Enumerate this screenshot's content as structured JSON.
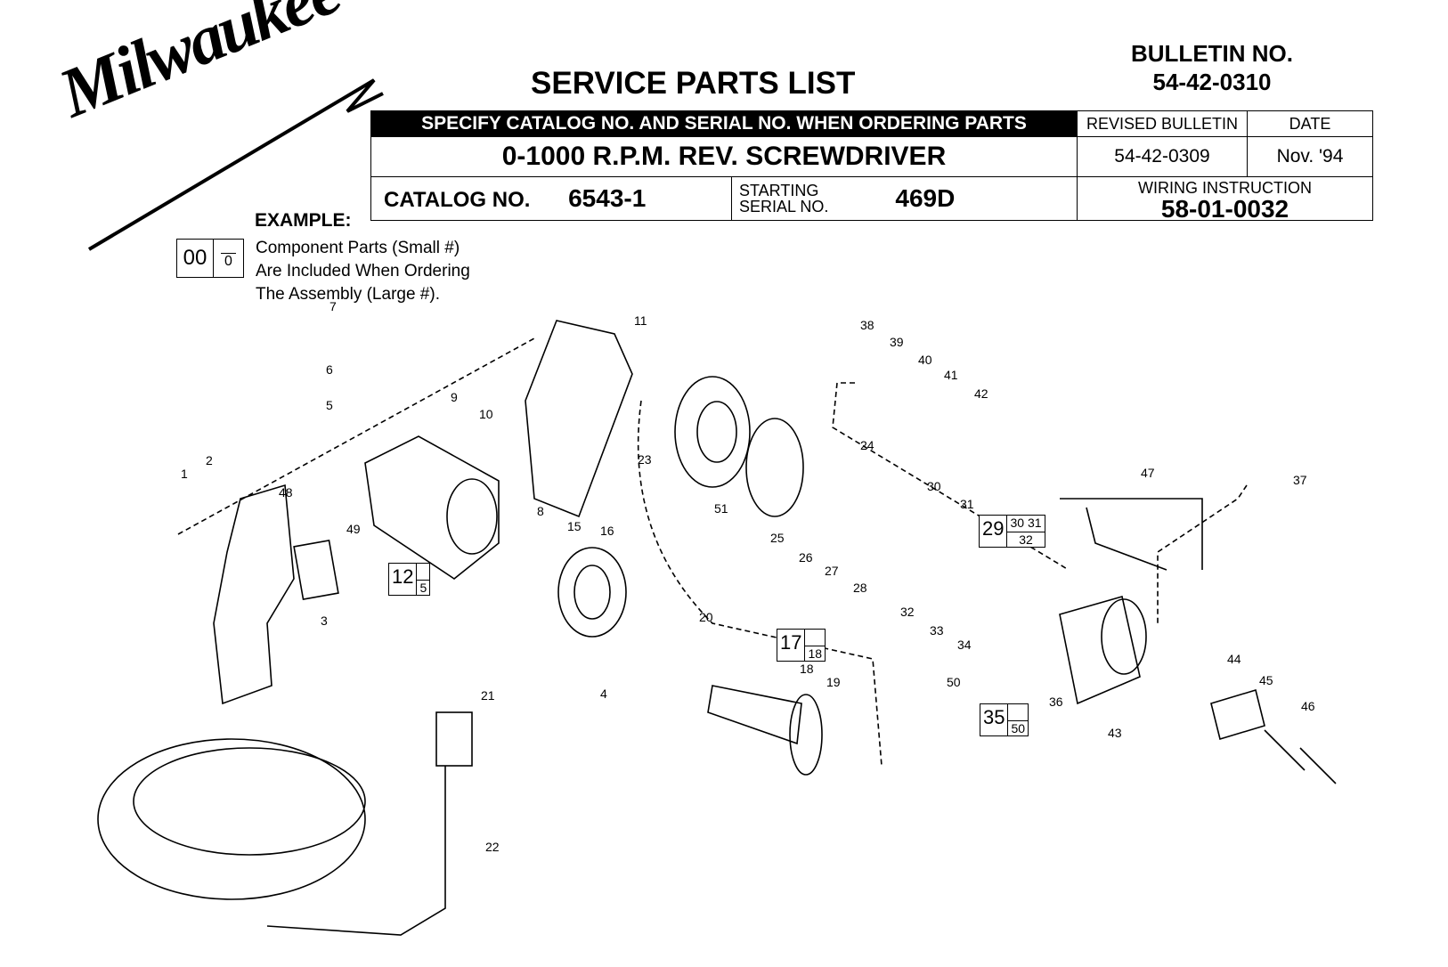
{
  "brand": {
    "logo": "Milwaukee",
    "registered": "®"
  },
  "title": "SERVICE PARTS LIST",
  "bulletin": {
    "label": "BULLETIN NO.",
    "number": "54-42-0310"
  },
  "header": {
    "specify": "SPECIFY CATALOG NO. AND SERIAL NO. WHEN ORDERING PARTS",
    "product": "0-1000 R.P.M.  REV.  SCREWDRIVER",
    "catalog_label": "CATALOG NO.",
    "catalog_no": "6543-1",
    "serial_label_1": "STARTING",
    "serial_label_2": "SERIAL NO.",
    "serial_no": "469D",
    "revised_label": "REVISED BULLETIN",
    "revised_no": "54-42-0309",
    "date_label": "DATE",
    "date": "Nov. '94",
    "wiring_label": "WIRING INSTRUCTION",
    "wiring_no": "58-01-0032"
  },
  "example": {
    "label": "EXAMPLE:",
    "large": "00",
    "small": "0",
    "lines": [
      "Component Parts (Small #)",
      "Are Included When Ordering",
      "The Assembly (Large #)."
    ]
  },
  "parts": [
    "1",
    "2",
    "3",
    "4",
    "5",
    "6",
    "7",
    "8",
    "9",
    "10",
    "11",
    "15",
    "16",
    "18",
    "19",
    "20",
    "21",
    "22",
    "23",
    "24",
    "25",
    "26",
    "27",
    "28",
    "30",
    "31",
    "32",
    "33",
    "34",
    "36",
    "37",
    "38",
    "39",
    "40",
    "41",
    "42",
    "43",
    "44",
    "45",
    "46",
    "47",
    "48",
    "49",
    "50",
    "51"
  ],
  "assemblies": [
    {
      "large": "12",
      "small_top": "",
      "small_bottom": "5"
    },
    {
      "large": "17",
      "small_top": "",
      "small_bottom": "18"
    },
    {
      "large": "29",
      "small_top": "30 31",
      "small_bottom": "32"
    },
    {
      "large": "35",
      "small_top": "",
      "small_bottom": "50"
    }
  ]
}
